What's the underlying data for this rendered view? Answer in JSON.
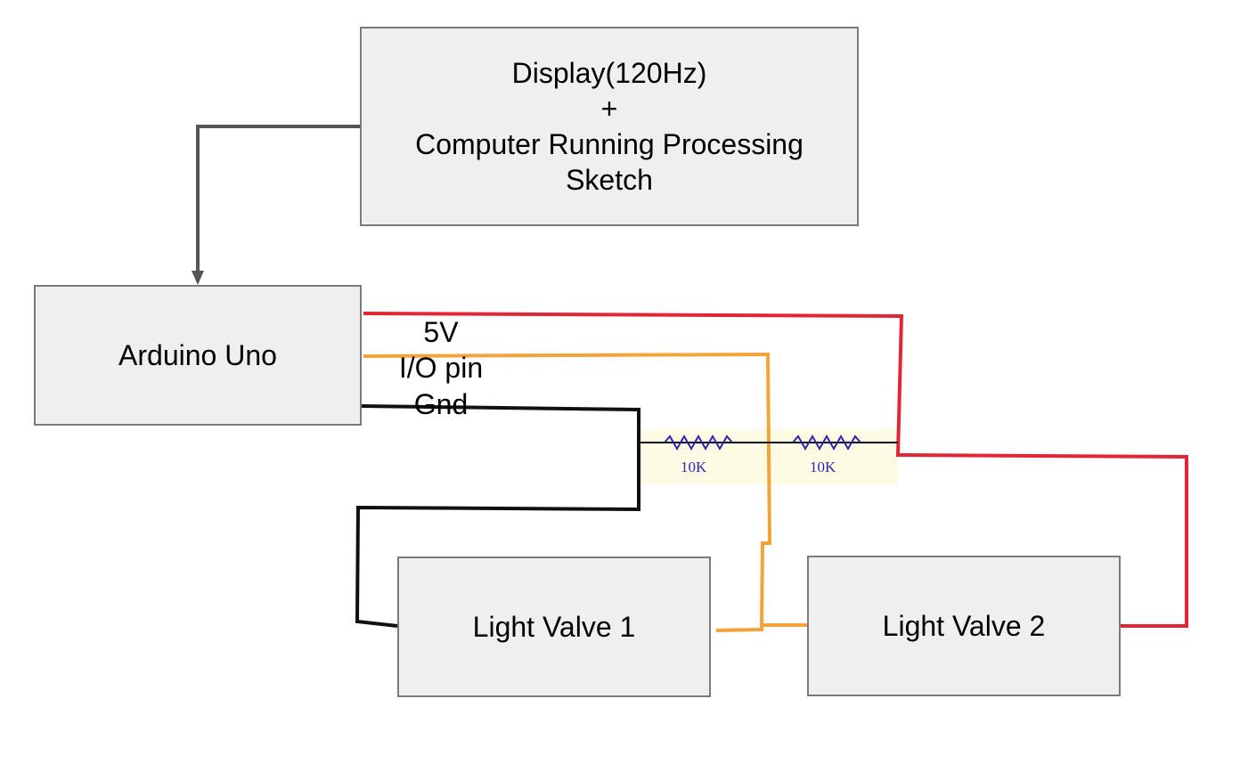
{
  "colors": {
    "box_fill": "#efefef",
    "box_border": "#7a7a7a",
    "wire_gray": "#555555",
    "wire_red": "#e32636",
    "wire_orange": "#f2a33a",
    "wire_black": "#111111",
    "resistor_blue": "#2a2aa8",
    "resistor_bg": "#fdfbe3"
  },
  "nodes": {
    "display": {
      "line1": "Display(120Hz)",
      "line2": "+",
      "line3": "Computer Running Processing",
      "line4": "Sketch"
    },
    "arduino": {
      "label": "Arduino Uno"
    },
    "valve1": {
      "label": "Light Valve 1"
    },
    "valve2": {
      "label": "Light Valve 2"
    }
  },
  "pins": {
    "v5": "5V",
    "io": "I/O pin",
    "gnd": "Gnd"
  },
  "resistors": [
    {
      "label": "10K"
    },
    {
      "label": "10K"
    }
  ]
}
